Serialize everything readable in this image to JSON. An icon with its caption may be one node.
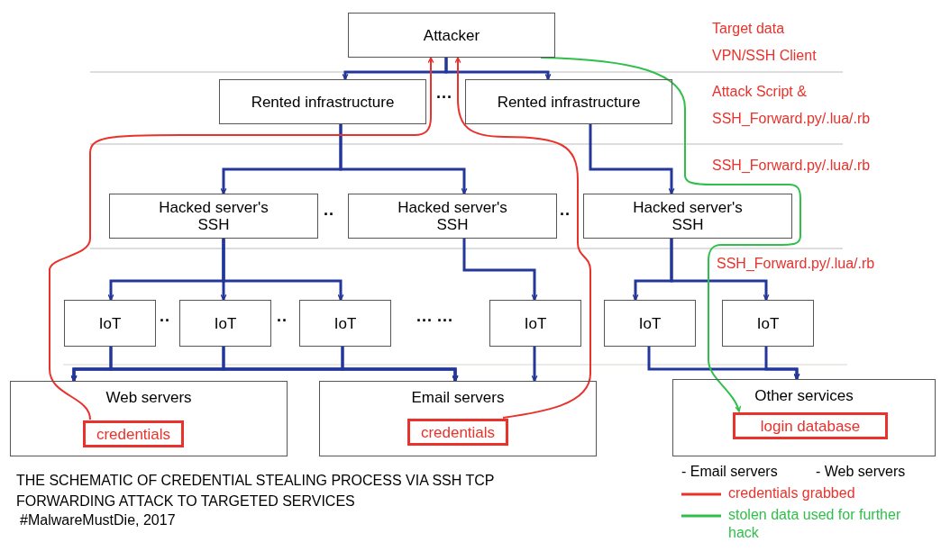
{
  "diagram": {
    "caption": "THE SCHEMATIC OF CREDENTIAL STEALING PROCESS VIA SSH TCP FORWARDING ATTACK TO TARGETED SERVICES",
    "nodes": [
      {
        "text": [
          "Attacker"
        ]
      },
      {
        "text": [
          "Rented infrastructure"
        ]
      },
      {
        "text": [
          "Rented infrastructure"
        ]
      },
      {
        "text": [
          "Hacked server's SSH"
        ]
      },
      {
        "text": [
          "Hacked server's SSH"
        ]
      },
      {
        "text": [
          "Hacked server's SSH"
        ]
      },
      {
        "text": [
          "IoT"
        ]
      },
      {
        "text": [
          "IoT"
        ]
      },
      {
        "text": [
          "IoT"
        ]
      },
      {
        "text": [
          "IoT"
        ]
      },
      {
        "text": [
          "IoT"
        ]
      },
      {
        "text": [
          "IoT"
        ]
      },
      {
        "text": [
          "Web servers"
        ]
      },
      {
        "text": [
          "credentials"
        ],
        "in": 12
      },
      {
        "text": [
          "Email servers"
        ]
      },
      {
        "text": [
          "credentials"
        ],
        "in": 14
      },
      {
        "text": [
          "Other services"
        ]
      },
      {
        "text": [
          "login database"
        ],
        "in": 16
      }
    ],
    "edges": [
      {
        "from": 0,
        "to": 1,
        "arrow": "to"
      },
      {
        "from": 0,
        "to": 2,
        "arrow": "to"
      },
      {
        "from": 1,
        "to": 3,
        "arrow": "to"
      },
      {
        "from": 1,
        "to": 4,
        "arrow": "to"
      },
      {
        "from": 2,
        "to": 5,
        "arrow": "to"
      },
      {
        "from": 3,
        "to": 6,
        "arrow": "to"
      },
      {
        "from": 3,
        "to": 7,
        "arrow": "to"
      },
      {
        "from": 3,
        "to": 8,
        "arrow": "to"
      },
      {
        "from": 4,
        "to": 9,
        "arrow": "to"
      },
      {
        "from": 5,
        "to": 10,
        "arrow": "to"
      },
      {
        "from": 5,
        "to": 11,
        "arrow": "to"
      },
      {
        "from": 6,
        "to": 12,
        "arrow": "to"
      },
      {
        "from": 7,
        "to": 12,
        "arrow": "to"
      },
      {
        "from": 8,
        "to": 12,
        "arrow": "to"
      },
      {
        "from": 6,
        "to": 14,
        "arrow": "to"
      },
      {
        "from": 7,
        "to": 14,
        "arrow": "to"
      },
      {
        "from": 8,
        "to": 14,
        "arrow": "to"
      },
      {
        "from": 9,
        "to": 14,
        "arrow": "to"
      },
      {
        "from": 10,
        "to": 16,
        "arrow": "to"
      },
      {
        "from": 11,
        "to": 16,
        "arrow": "to"
      },
      {
        "from": 13,
        "to": 0,
        "arrow": "to",
        "color": "#e8322b"
      },
      {
        "from": 15,
        "to": 0,
        "arrow": "to",
        "color": "#e8322b"
      },
      {
        "from": 0,
        "to": 17,
        "arrow": "to",
        "color": "#2fbf4a"
      }
    ],
    "labels": [
      "Target data",
      "VPN/SSH Client",
      "Attack Script &",
      "SSH_Forward.py/.lua/.rb",
      "SSH_Forward.py/.lua/.rb",
      "SSH_Forward.py/.lua/.rb",
      "···",
      "··",
      "··",
      "··",
      "··",
      "··· ···",
      "- Email servers",
      "- Web servers",
      "#MalwareMustDie, 2017"
    ],
    "legend": [
      {
        "text": "credentials grabbed",
        "color": "#e8322b"
      },
      {
        "text": "stolen data used for further hack",
        "color": "#2fbf4a"
      }
    ]
  }
}
